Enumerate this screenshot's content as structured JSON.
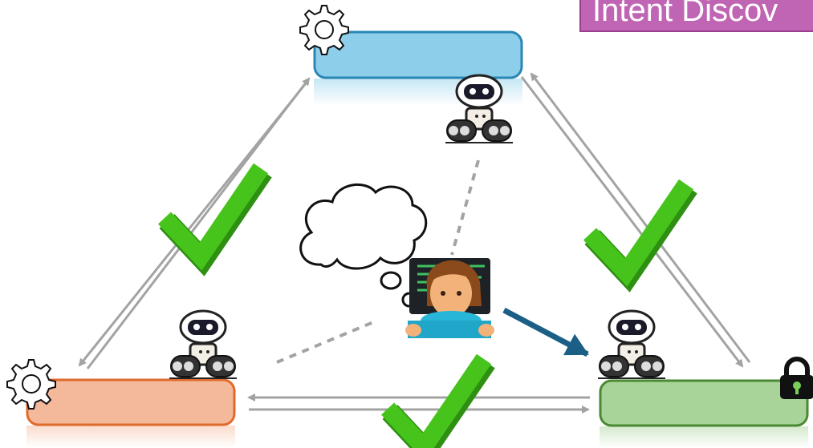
{
  "banner": {
    "text": "Intent Discov"
  },
  "nodes": [
    {
      "id": "top",
      "label": "",
      "fill": "#8dcfea",
      "stroke": "#2a86b4",
      "icon": "gear-icon"
    },
    {
      "id": "bottom-left",
      "label": "",
      "fill": "#f4b89b",
      "stroke": "#e06a2c",
      "icon": "gear-icon"
    },
    {
      "id": "bottom-right",
      "label": "",
      "fill": "#a8d49a",
      "stroke": "#4a8a32",
      "icon": "lock-icon"
    }
  ],
  "edges": [
    {
      "from": "top",
      "to": "bottom-left",
      "bidirectional": true,
      "check": true
    },
    {
      "from": "top",
      "to": "bottom-right",
      "bidirectional": true,
      "check": true
    },
    {
      "from": "bottom-left",
      "to": "bottom-right",
      "bidirectional": true,
      "check": true
    }
  ],
  "agents": [
    "robot-icon-top",
    "robot-icon-bottom-left",
    "robot-icon-bottom-right"
  ],
  "user": {
    "icon": "person-at-laptop-icon",
    "thought": "thought-cloud-icon"
  },
  "colors": {
    "arrow": "#a3a3a3",
    "check": "#3fb81a",
    "pointer": "#1b5f86",
    "banner": "#c064b4"
  }
}
